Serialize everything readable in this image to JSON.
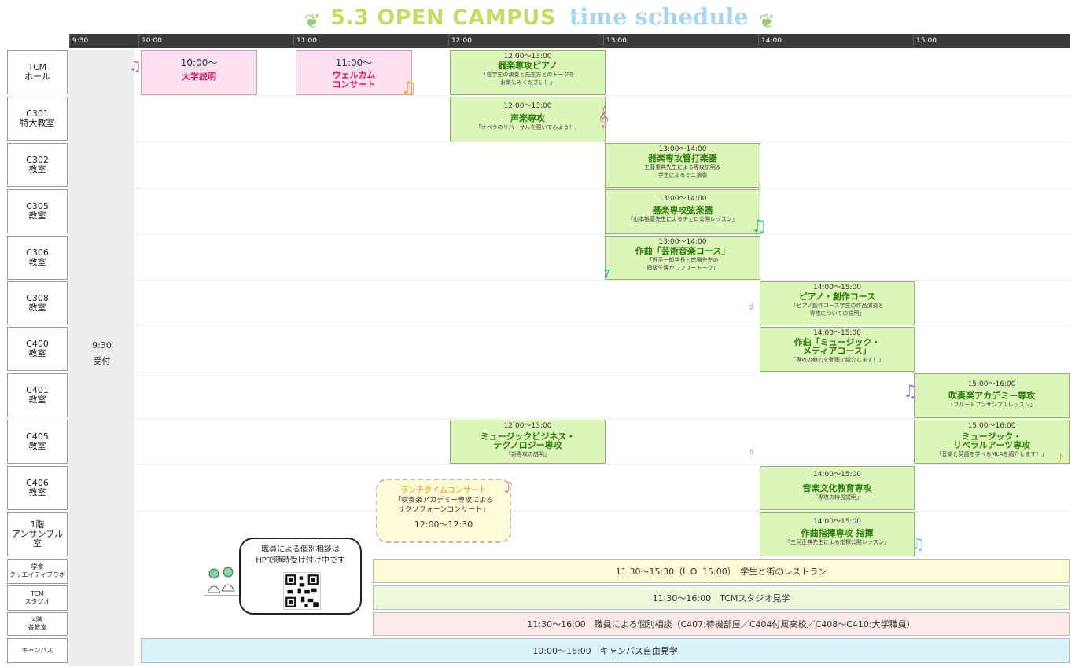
{
  "title": {
    "main": "5.3 OPEN CAMPUS",
    "sub": "time schedule"
  },
  "timeline": {
    "ticks": [
      "9:30",
      "10:00",
      "11:00",
      "12:00",
      "13:00",
      "14:00",
      "15:00"
    ]
  },
  "reception": {
    "time": "9:30",
    "label": "受付"
  },
  "rooms": [
    "TCM\nホール",
    "C301\n特大教室",
    "C302\n教室",
    "C305\n教室",
    "C306\n教室",
    "C308\n教室",
    "C400\n教室",
    "C401\n教室",
    "C405\n教室",
    "C406\n教室",
    "1階\nアンサンブル\n室",
    "学食\nクリエイティブラボ",
    "TCM\nスタジオ",
    "4階\n各教室",
    "キャンパス"
  ],
  "events": [
    {
      "time": "10:00～",
      "name": "大学説明",
      "desc": ""
    },
    {
      "time": "11:00～",
      "name": "ウェルカム\nコンサート",
      "desc": ""
    },
    {
      "time": "12:00～13:00",
      "name": "器楽専攻ピアノ",
      "desc": "「在学生の演奏と先生方とのトークを\nお楽しみください！」"
    },
    {
      "time": "12:00～13:00",
      "name": "声楽専攻",
      "desc": "「オペラのリハーサルを覗いてみよう！」"
    },
    {
      "time": "13:00～14:00",
      "name": "器楽専攻管打楽器",
      "desc": "工藤重典先生による専攻説明＆\n学生によるミニ演奏"
    },
    {
      "time": "13:00～14:00",
      "name": "器楽専攻弦楽器",
      "desc": "「山本裕康先生によるチェロ公開レッスン」"
    },
    {
      "time": "13:00～14:00",
      "name": "作曲「芸術音楽コース」",
      "desc": "「野平一郎学長と岸場先生の\n同級生懐かしフリートーク」"
    },
    {
      "time": "14:00～15:00",
      "name": "ピアノ・創作コース",
      "desc": "「ピアノ創作コース学生の作品演奏と\n専攻についての説明」"
    },
    {
      "time": "14:00～15:00",
      "name": "作曲「ミュージック・\nメディアコース」",
      "desc": "「専攻の魅力を動画で紹介します！」"
    },
    {
      "time": "15:00～16:00",
      "name": "吹奏楽アカデミー専攻",
      "desc": "「フルートアンサンブルレッスン」"
    },
    {
      "time": "12:00～13:00",
      "name": "ミュージックビジネス・\nテクノロジー専攻",
      "desc": "「新専攻の説明」"
    },
    {
      "time": "15:00～16:00",
      "name": "ミュージック・\nリベラルアーツ専攻",
      "desc": "「音楽と英語を学べるMLAを紹介します！」"
    },
    {
      "time": "14:00～15:00",
      "name": "音楽文化教育専攻",
      "desc": "「専攻の特長説明」"
    },
    {
      "time": "14:00～15:00",
      "name": "作曲指揮専攻 指揮",
      "desc": "「三河正典先生による指揮公開レッスン」"
    }
  ],
  "bars": [
    {
      "text": "11:30～15:30（L.O. 15:00）　学生と街のレストラン",
      "color": "#fffbd6"
    },
    {
      "text": "11:30～16:00　TCMスタジオ見学",
      "color": "#eef8dc"
    },
    {
      "text": "11:30～16:00　職員による個別相談（C407:待機部屋／C404付属高校／C408～C410:大学職員）",
      "color": "#fde9ea"
    },
    {
      "text": "10:00～16:00　キャンパス自由見学",
      "color": "#d9f4fb"
    }
  ],
  "lunch": {
    "title": "ランチタイムコンサート",
    "desc": "「吹奏楽アカデミー専攻による\nサクソフォーンコンサート」",
    "time": "12:00～12:30"
  },
  "consult": {
    "text": "職員による個別相談は\nHPで随時受け付け中です"
  }
}
